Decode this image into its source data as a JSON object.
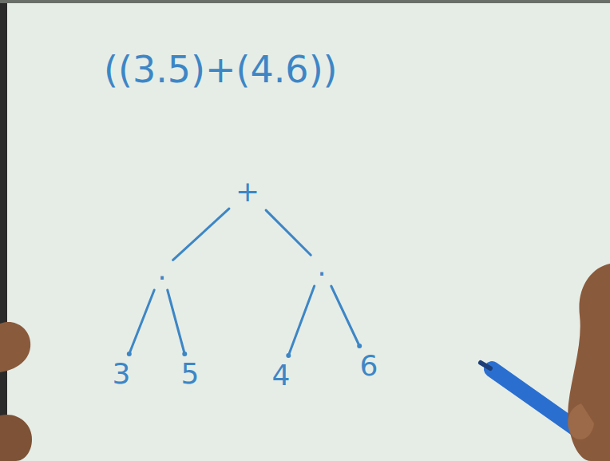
{
  "diagram": {
    "title": "((3.5)+(4.6))",
    "nodes": [
      {
        "text": [
          "+"
        ]
      },
      {
        "text": [
          "."
        ]
      },
      {
        "text": [
          "."
        ]
      },
      {
        "text": [
          "3"
        ]
      },
      {
        "text": [
          "5"
        ]
      },
      {
        "text": [
          "4"
        ]
      },
      {
        "text": [
          "6"
        ]
      }
    ],
    "edges": [
      {
        "from": 0,
        "to": 1,
        "arrow": "none"
      },
      {
        "from": 0,
        "to": 2,
        "arrow": "none"
      },
      {
        "from": 1,
        "to": 3,
        "arrow": "none"
      },
      {
        "from": 1,
        "to": 4,
        "arrow": "none"
      },
      {
        "from": 2,
        "to": 5,
        "arrow": "none"
      },
      {
        "from": 2,
        "to": 6,
        "arrow": "none"
      }
    ]
  }
}
